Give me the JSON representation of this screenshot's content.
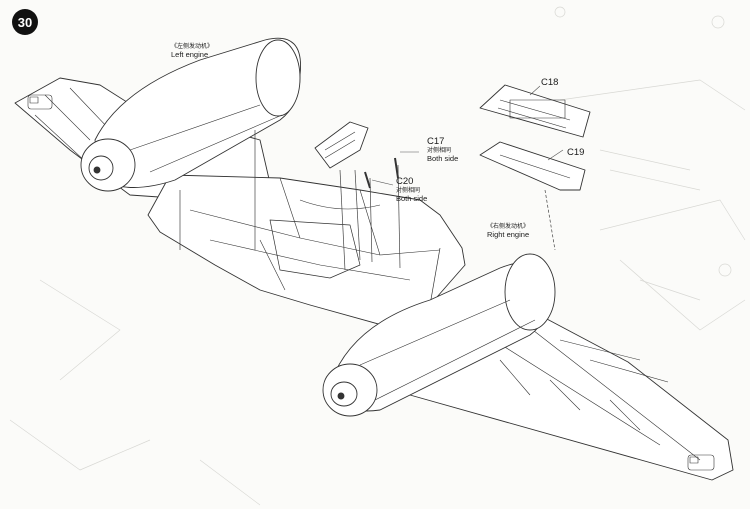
{
  "step": {
    "number": "30"
  },
  "callouts": {
    "left_engine": {
      "cn": "《左侧发动机》",
      "en": "Left engine"
    },
    "right_engine": {
      "cn": "《右侧发动机》",
      "en": "Right engine"
    },
    "c17": {
      "part": "C17",
      "cn": "对侧相同",
      "en": "Both side"
    },
    "c20": {
      "part": "C20",
      "cn": "对侧相同",
      "en": "Both side"
    },
    "c18": {
      "part": "C18"
    },
    "c19": {
      "part": "C19"
    }
  },
  "icons": [
    "airframe-drawing",
    "engine-nacelle",
    "wing",
    "landing-gear-door",
    "assembly-guide-line"
  ]
}
